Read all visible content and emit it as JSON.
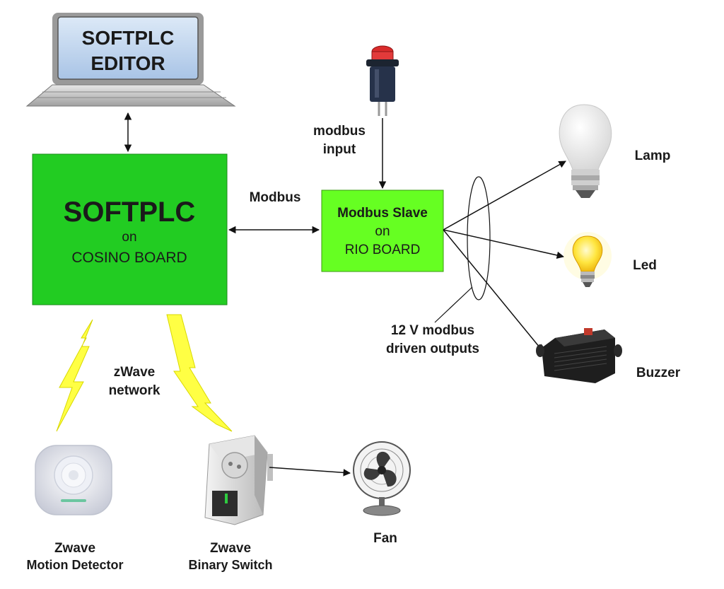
{
  "editor": {
    "line1": "SOFTPLC",
    "line2": "EDITOR"
  },
  "softplc_box": {
    "title": "SOFTPLC",
    "on": "on",
    "board": "COSINO BOARD",
    "color": "#22cc22"
  },
  "slave_box": {
    "title": "Modbus Slave",
    "on": "on",
    "board": "RIO BOARD",
    "color": "#66ff22"
  },
  "labels": {
    "modbus": "Modbus",
    "modbus_input_1": "modbus",
    "modbus_input_2": "input",
    "zwave_1": "zWave",
    "zwave_2": "network",
    "outputs_1": "12 V modbus",
    "outputs_2": "driven outputs"
  },
  "devices": {
    "lamp": "Lamp",
    "led": "Led",
    "buzzer": "Buzzer",
    "fan": "Fan",
    "motion_1": "Zwave",
    "motion_2": "Motion Detector",
    "switch_1": "Zwave",
    "switch_2": "Binary Switch"
  },
  "icons": [
    "laptop-icon",
    "push-button-icon",
    "lamp-bulb-icon",
    "led-bulb-icon",
    "buzzer-icon",
    "motion-detector-icon",
    "binary-switch-icon",
    "fan-icon",
    "lightning-bolt-icon"
  ]
}
